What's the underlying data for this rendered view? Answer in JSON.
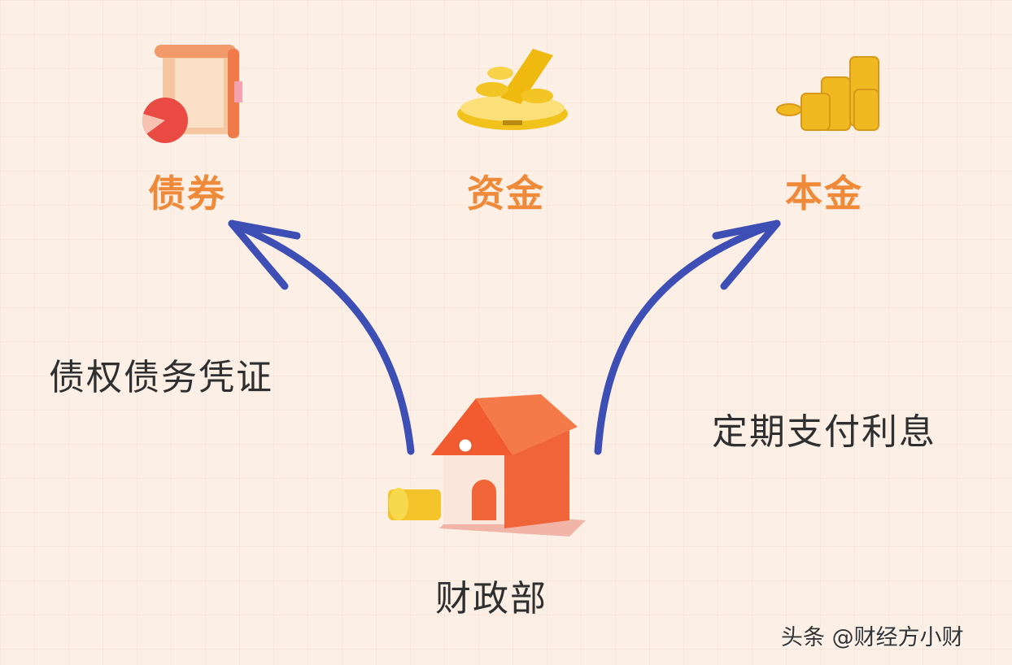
{
  "nodes": {
    "bond": {
      "label": "债券",
      "icon": "bond-document-icon"
    },
    "funds": {
      "label": "资金",
      "icon": "gold-bar-coins-icon"
    },
    "principal": {
      "label": "本金",
      "icon": "coin-stacks-icon"
    },
    "treasury": {
      "label": "财政部",
      "icon": "bank-house-icon"
    }
  },
  "edges": {
    "left": {
      "label": "债权债务凭证"
    },
    "right": {
      "label": "定期支付利息"
    }
  },
  "watermark": "头条 @财经方小财",
  "colors": {
    "accent": "#ef8a3a",
    "arrow": "#3d4fb5",
    "house": "#f0643a"
  }
}
